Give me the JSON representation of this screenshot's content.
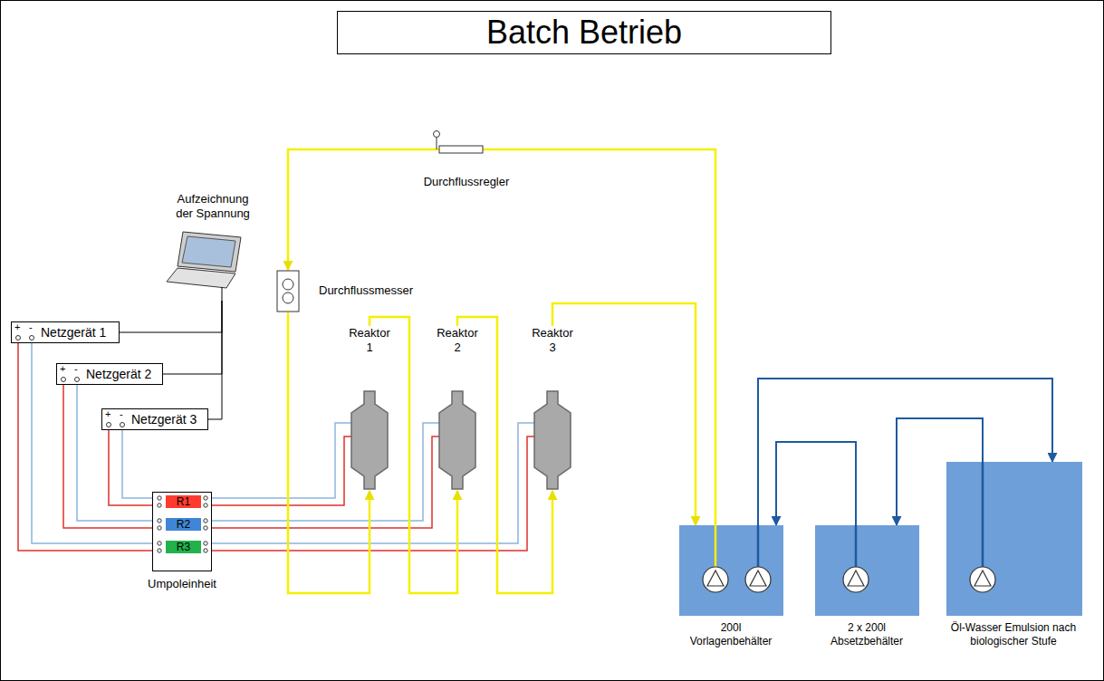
{
  "diagram": {
    "title": "Batch Betrieb",
    "nodes": [
      {
        "text": [
          "Aufzeichnung der Spannung"
        ]
      },
      {
        "text": [
          "+",
          "-",
          "Netzgerät 1"
        ]
      },
      {
        "text": [
          "+",
          "-",
          "Netzgerät 2"
        ]
      },
      {
        "text": [
          "+",
          "-",
          "Netzgerät 3"
        ]
      },
      {
        "text": [
          "Durchflussregler"
        ]
      },
      {
        "text": [
          "Durchflussmesser"
        ]
      },
      {
        "text": [
          "Reaktor 1"
        ]
      },
      {
        "text": [
          "Reaktor 2"
        ]
      },
      {
        "text": [
          "Reaktor 3"
        ]
      },
      {
        "text": [
          "Umpoleinheit"
        ]
      },
      {
        "text": [
          "R1"
        ],
        "in": 9
      },
      {
        "text": [
          "R2"
        ],
        "in": 9
      },
      {
        "text": [
          "R3"
        ],
        "in": 9
      },
      {
        "text": [
          "200l Vorlagenbehälter"
        ]
      },
      {
        "text": [
          "2 x 200l Absetzbehälter"
        ]
      },
      {
        "text": [
          "Öl-Wasser Emulsion nach biologischer Stufe"
        ]
      }
    ],
    "edges": [
      {
        "from": 0,
        "to": 1,
        "arrow": "none"
      },
      {
        "from": 0,
        "to": 2,
        "arrow": "none"
      },
      {
        "from": 0,
        "to": 3,
        "arrow": "none"
      },
      {
        "from": 1,
        "to": 12,
        "arrow": "none"
      },
      {
        "from": 1,
        "to": 12,
        "arrow": "none"
      },
      {
        "from": 2,
        "to": 11,
        "arrow": "none"
      },
      {
        "from": 2,
        "to": 11,
        "arrow": "none"
      },
      {
        "from": 3,
        "to": 10,
        "arrow": "none"
      },
      {
        "from": 3,
        "to": 10,
        "arrow": "none"
      },
      {
        "from": 10,
        "to": 6,
        "arrow": "none"
      },
      {
        "from": 10,
        "to": 6,
        "arrow": "none"
      },
      {
        "from": 11,
        "to": 7,
        "arrow": "none"
      },
      {
        "from": 11,
        "to": 7,
        "arrow": "none"
      },
      {
        "from": 12,
        "to": 8,
        "arrow": "none"
      },
      {
        "from": 12,
        "to": 8,
        "arrow": "none"
      },
      {
        "from": 13,
        "to": 4,
        "arrow": "none"
      },
      {
        "from": 4,
        "to": 5,
        "arrow": "to"
      },
      {
        "from": 5,
        "to": 6,
        "arrow": "to"
      },
      {
        "from": 6,
        "to": 7,
        "arrow": "to"
      },
      {
        "from": 7,
        "to": 8,
        "arrow": "to"
      },
      {
        "from": 8,
        "to": 13,
        "arrow": "to"
      },
      {
        "from": 13,
        "to": 15,
        "arrow": "to"
      },
      {
        "from": 14,
        "to": 13,
        "arrow": "to"
      },
      {
        "from": 15,
        "to": 14,
        "arrow": "to"
      }
    ]
  }
}
